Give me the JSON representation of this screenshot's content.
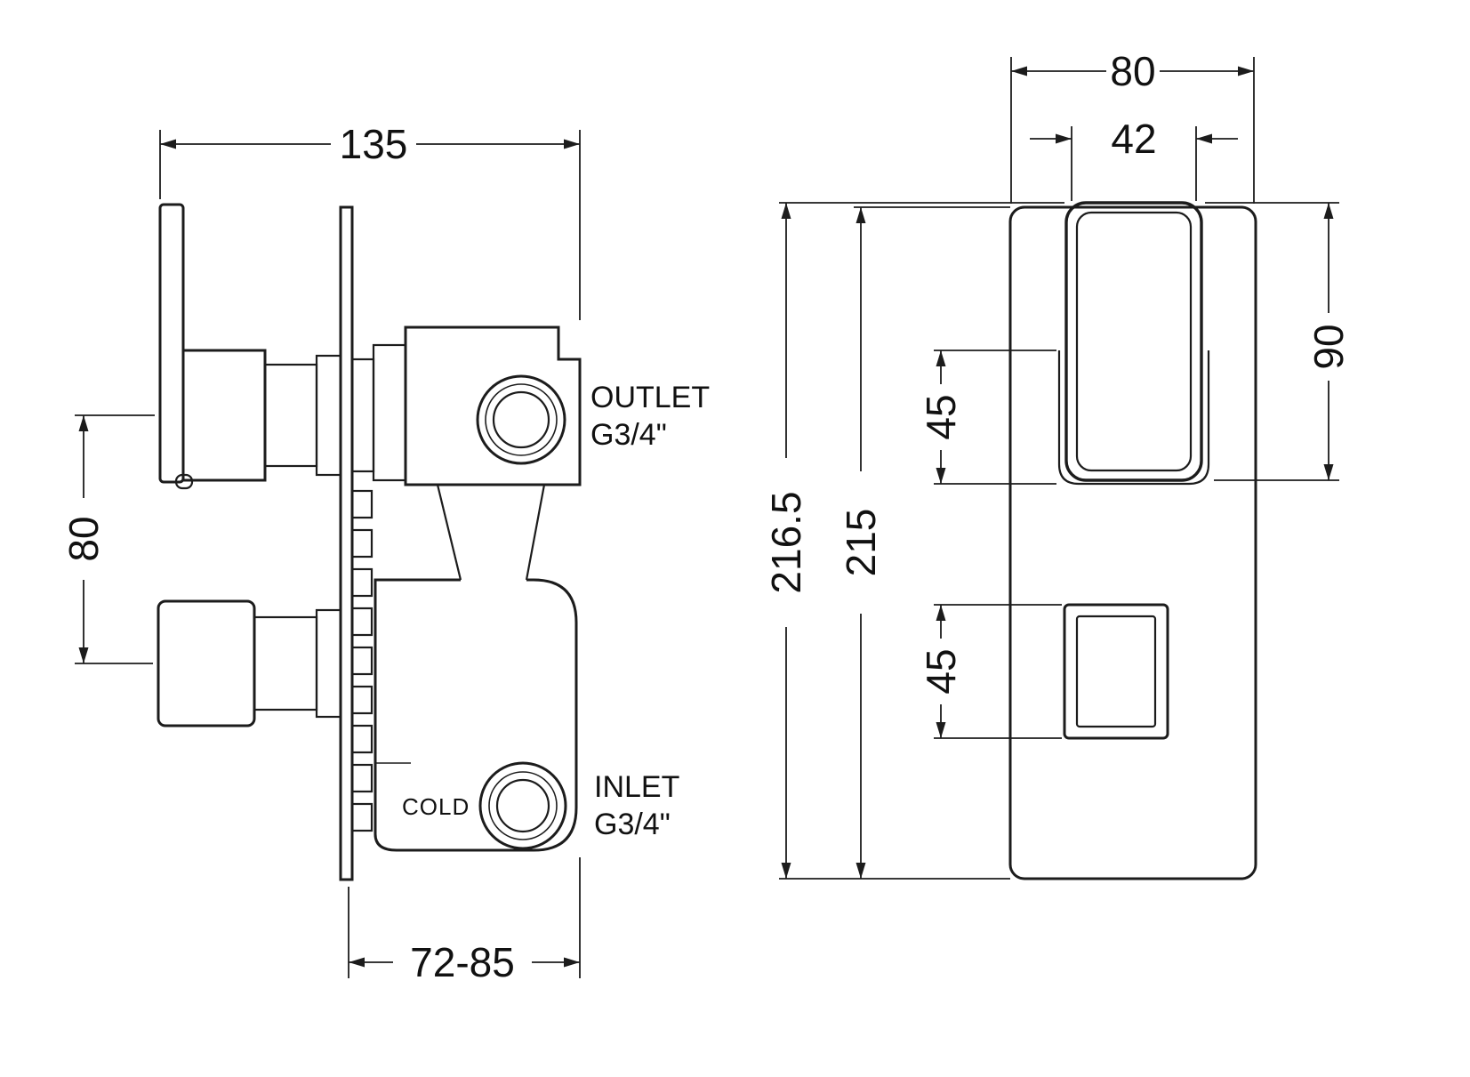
{
  "drawing": {
    "side_view": {
      "dim_width": "135",
      "dim_handle_spacing": "80",
      "dim_depth_range": "72-85",
      "outlet_line1": "OUTLET",
      "outlet_line2": "G3/4\"",
      "inlet_line1": "INLET",
      "inlet_line2": "G3/4\"",
      "cold_marking": "COLD"
    },
    "front_view": {
      "dim_plate_width": "80",
      "dim_handle_width": "42",
      "dim_handle_height": "90",
      "dim_upper_recess": "45",
      "dim_lower_recess": "45",
      "dim_overall_height": "216.5",
      "dim_plate_height": "215"
    },
    "line_color": "#1c1c1c"
  }
}
